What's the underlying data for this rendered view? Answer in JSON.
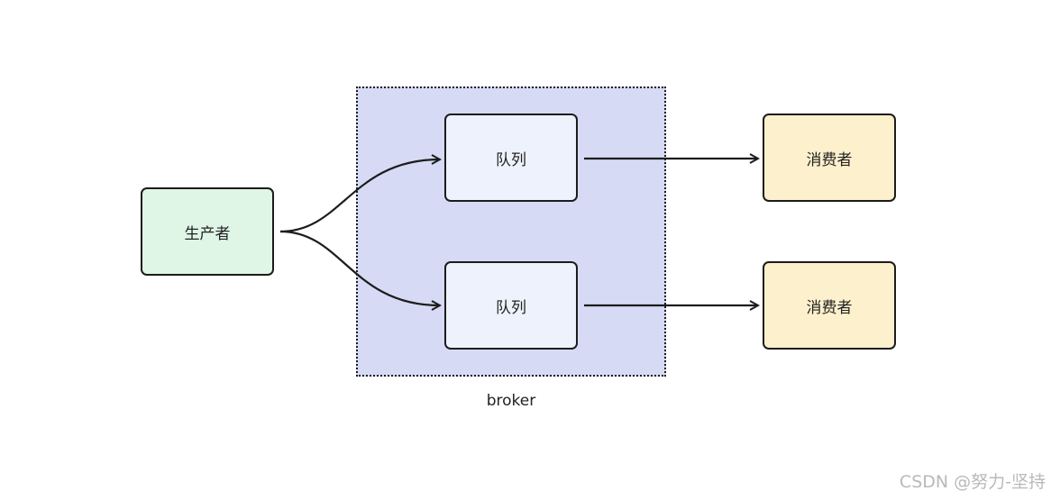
{
  "diagram": {
    "producer_label": "生产者",
    "queue_labels": [
      "队列",
      "队列"
    ],
    "consumer_labels": [
      "消费者",
      "消费者"
    ],
    "broker_label": "broker"
  },
  "watermark": "CSDN @努力-坚持",
  "colors": {
    "producer_fill": "#dff5e5",
    "queue_fill": "#eef2fc",
    "consumer_fill": "#fdf0cc",
    "broker_fill": "#d6daf5",
    "stroke": "#1c1c1c"
  }
}
